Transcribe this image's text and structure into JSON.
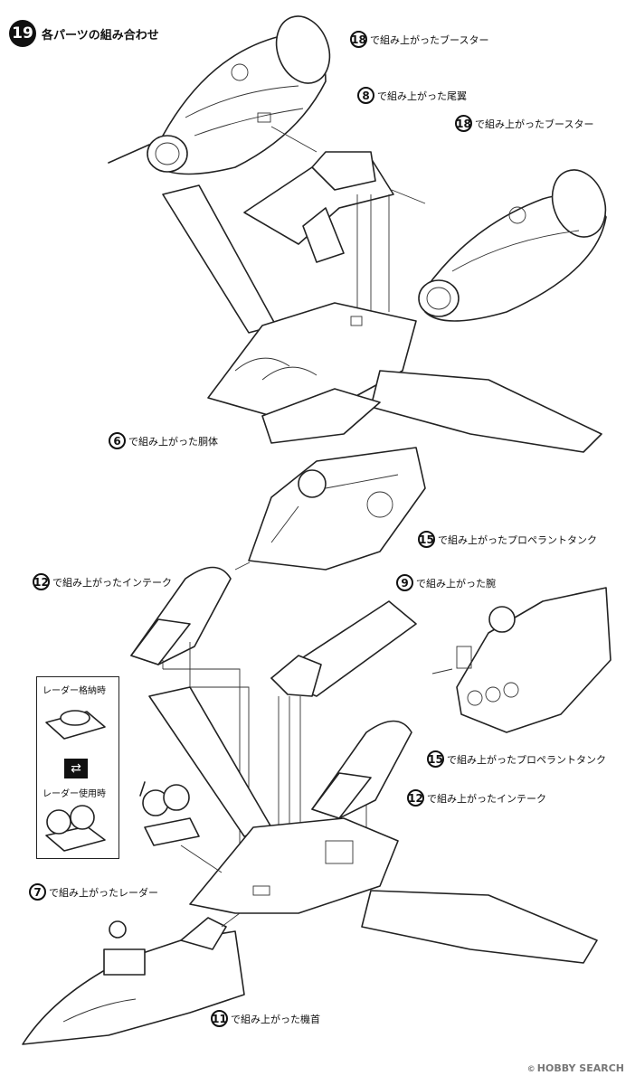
{
  "step": {
    "number": "19",
    "title": "各パーツの組み合わせ"
  },
  "callouts": [
    {
      "num": "18",
      "text": "で組み上がったブースター"
    },
    {
      "num": "8",
      "text": "で組み上がった尾翼"
    },
    {
      "num": "18",
      "text": "で組み上がったブースター"
    },
    {
      "num": "6",
      "text": "で組み上がった胴体"
    },
    {
      "num": "15",
      "text": "で組み上がったプロペラントタンク"
    },
    {
      "num": "12",
      "text": "で組み上がったインテーク"
    },
    {
      "num": "9",
      "text": "で組み上がった腕"
    },
    {
      "num": "15",
      "text": "で組み上がったプロペラントタンク"
    },
    {
      "num": "12",
      "text": "で組み上がったインテーク"
    },
    {
      "num": "7",
      "text": "で組み上がったレーダー"
    },
    {
      "num": "11",
      "text": "で組み上がった機首"
    }
  ],
  "inset": {
    "top_label": "レーダー格納時",
    "bottom_label": "レーダー使用時",
    "arrow_icon": "swap-arrow-icon"
  },
  "watermark": {
    "copyright": "©",
    "text": "HOBBY SEARCH"
  }
}
